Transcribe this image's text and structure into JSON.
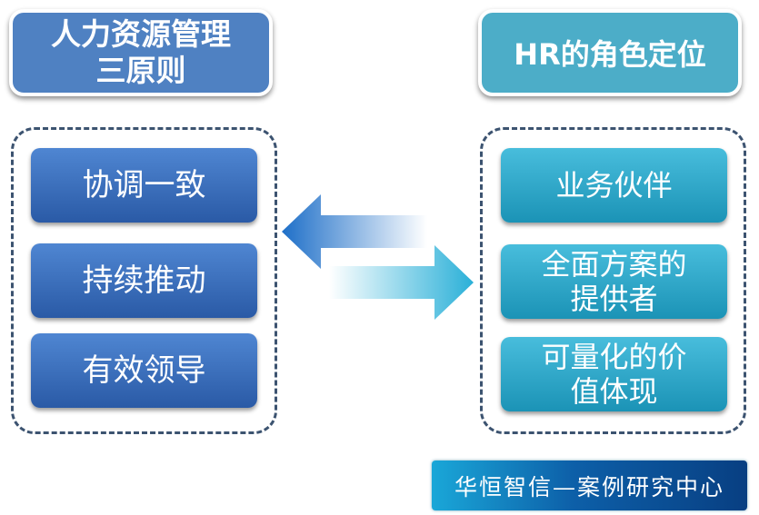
{
  "left": {
    "title": "人力资源管理三原则",
    "title_line1": "人力资源管理",
    "title_line2": "三原则",
    "items": [
      "协调一致",
      "持续推动",
      "有效领导"
    ]
  },
  "right": {
    "title": "HR的角色定位",
    "items": [
      "业务伙伴",
      "全面方案的提供者",
      "可量化的价值体现"
    ],
    "item_lines": [
      [
        "业务伙伴"
      ],
      [
        "全面方案的",
        "提供者"
      ],
      [
        "可量化的价",
        "值体现"
      ]
    ]
  },
  "footer": {
    "logo_text": "华恒智信—案例研究中心"
  },
  "colors": {
    "left_header": "#4f81c2",
    "right_header": "#4cadc8",
    "left_item": "#2a5aa6",
    "right_item": "#1b93b6"
  }
}
